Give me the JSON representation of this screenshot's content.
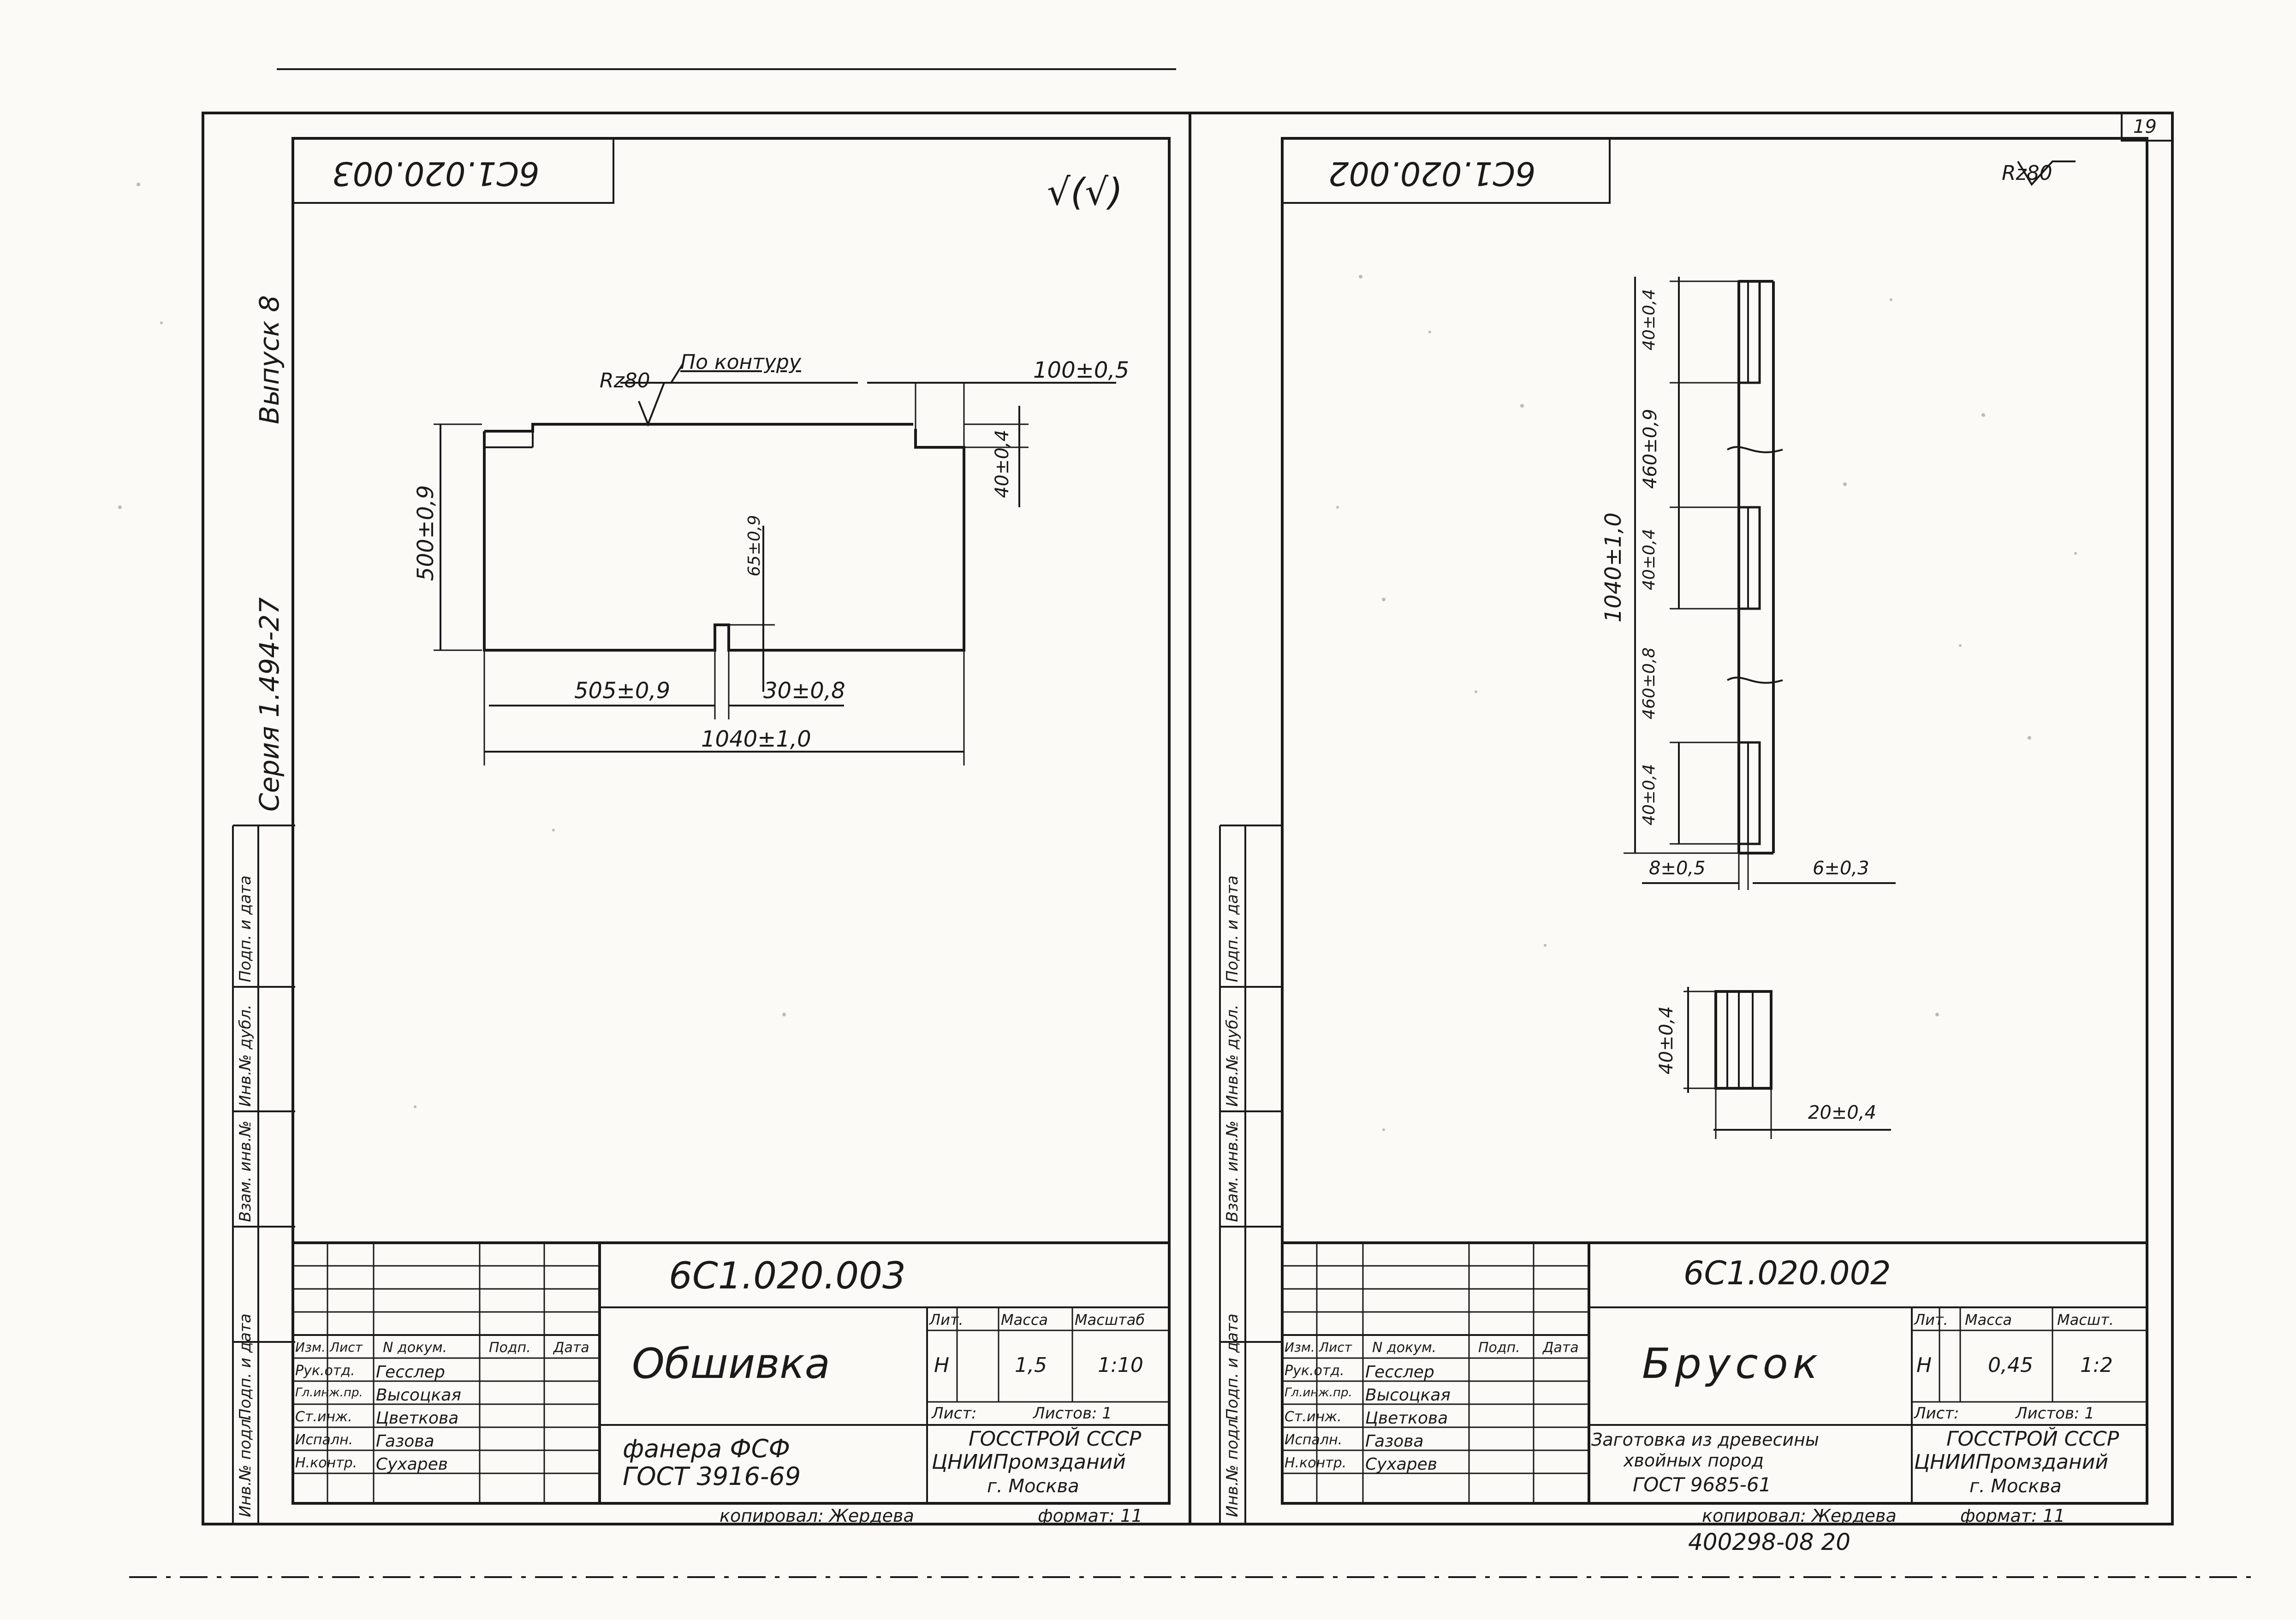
{
  "sheet_number": "19",
  "series_text": "Серия 1.494-27",
  "issue_text": "Выпуск 8",
  "left_margin_labels": [
    "Инв.№ подл.",
    "Подп. и дата",
    "Взам. инв.№",
    "Инв.№ дубл.",
    "Подп. и дата"
  ],
  "left_sheet": {
    "code_top": "6С1.020.003",
    "roughness_symbol": "√(√)",
    "contour_note": "По контуру",
    "roughness_value": "Rz80",
    "dims": {
      "d100": "100±0,5",
      "d40": "40±0,4",
      "d500": "500±0,9",
      "d65": "65±0,9",
      "d505": "505±0,9",
      "d30": "30±0,8",
      "d1040": "1040±1,0"
    },
    "title_block": {
      "code": "6С1.020.003",
      "name": "Обшивка",
      "material_line1": "фанера ФСФ",
      "material_line2": "ГОСТ 3916-69",
      "header_cols": [
        "Изм.",
        "Лист",
        "N докум.",
        "Подп.",
        "Дата"
      ],
      "rows": [
        {
          "role": "Рук.отд.",
          "name": "Гесслер"
        },
        {
          "role": "Гл.инж.пр.",
          "name": "Высоцкая"
        },
        {
          "role": "Ст.инж.",
          "name": "Цветкова"
        },
        {
          "role": "Испалн.",
          "name": "Газова"
        },
        {
          "role": "Н.контр.",
          "name": "Сухарев"
        }
      ],
      "lit_label": "Лит.",
      "mass_label": "Масса",
      "scale_label": "Масштаб",
      "lit_value": "Н",
      "mass_value": "1,5",
      "scale_value": "1:10",
      "sheet_label": "Лист:",
      "sheets_label": "Листов: 1",
      "org_line1": "ГОССТРОЙ СССР",
      "org_line2": "ЦНИИПромзданий",
      "org_line3": "г. Москва",
      "copied": "копировал: Жердева",
      "format": "формат: 11"
    }
  },
  "right_sheet": {
    "code_top": "6С1.020.002",
    "roughness_value": "Rz80",
    "dims": {
      "d40a": "40±0,4",
      "d460a": "460±0,9",
      "d1040": "1040±1,0",
      "d40b": "40±0,4",
      "d460b": "460±0,8",
      "d40c": "40±0,4",
      "d8": "8±0,5",
      "d6": "6±0,3",
      "d40d": "40±0,4",
      "d20": "20±0,4"
    },
    "title_block": {
      "code": "6С1.020.002",
      "name": "Брусок",
      "material_line1": "Заготовка из древесины",
      "material_line2": "хвойных пород",
      "material_line3": "ГОСТ 9685-61",
      "header_cols": [
        "Изм.",
        "Лист",
        "N докум.",
        "Подп.",
        "Дата"
      ],
      "rows": [
        {
          "role": "Рук.отд.",
          "name": "Гесслер"
        },
        {
          "role": "Гл.инж.пр.",
          "name": "Высоцкая"
        },
        {
          "role": "Ст.инж.",
          "name": "Цветкова"
        },
        {
          "role": "Испалн.",
          "name": "Газова"
        },
        {
          "role": "Н.контр.",
          "name": "Сухарев"
        }
      ],
      "lit_label": "Лит.",
      "mass_label": "Масса",
      "scale_label": "Масшт.",
      "lit_value": "Н",
      "mass_value": "0,45",
      "scale_value": "1:2",
      "sheet_label": "Лист:",
      "sheets_label": "Листов: 1",
      "org_line1": "ГОССТРОЙ СССР",
      "org_line2": "ЦНИИПромзданий",
      "org_line3": "г. Москва",
      "copied": "копировал: Жердева",
      "format": "формат: 11"
    }
  },
  "bottom_stamp": "400298-08 20"
}
